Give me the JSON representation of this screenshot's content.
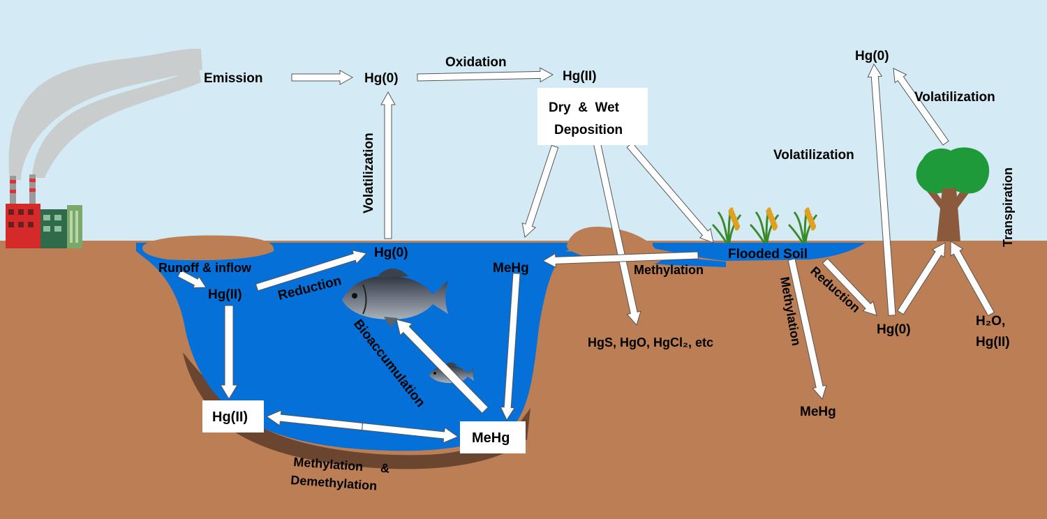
{
  "colors": {
    "sky": "#d4ebf5",
    "soil": "#bb7e55",
    "soil_dark": "#6a4630",
    "water": "#0570d8",
    "smoke": "#c8c8c8",
    "arrow_fill": "#ffffff",
    "arrow_stroke": "#555555",
    "tree_canopy": "#1f9a3a",
    "tree_trunk": "#8b5a3c",
    "fish": "#4d5560"
  },
  "icons": [
    "factory-icon",
    "smoke-plume-icon",
    "fish-icon",
    "tree-icon",
    "rice-plant-icon"
  ],
  "labels": {
    "emission": "Emission",
    "hg0_atmos": "Hg(0)",
    "oxidation": "Oxidation",
    "hg2_atmos": "Hg(II)",
    "deposition_line1": "Dry  &  Wet",
    "deposition_line2": "Deposition",
    "volatilization_water": "Volatilization",
    "hg0_water": "Hg(0)",
    "runoff": "Runoff & inflow",
    "hg2_water": "Hg(II)",
    "reduction_water": "Reduction",
    "mehg_water": "MeHg",
    "methylation_flood": "Methylation",
    "flooded_soil": "Flooded Soil",
    "bioaccumulation": "Bioaccumulation",
    "hg2_sediment": "Hg(II)",
    "mehg_sediment": "MeHg",
    "meth_demeth_line1": "Methylation     &",
    "meth_demeth_line2": "Demethylation",
    "soil_species": "HgS, HgO, HgCl₂, etc",
    "methylation_soil": "Methylation",
    "mehg_soil": "MeHg",
    "reduction_soil": "Reduction",
    "hg0_soil": "Hg(0)",
    "volatilization_soil": "Volatilization",
    "hg0_top_right": "Hg(0)",
    "volatilization_tree": "Volatilization",
    "transpiration": "Transpiration",
    "h2o_line1": "H₂O,",
    "h2o_line2": "Hg(II)"
  }
}
